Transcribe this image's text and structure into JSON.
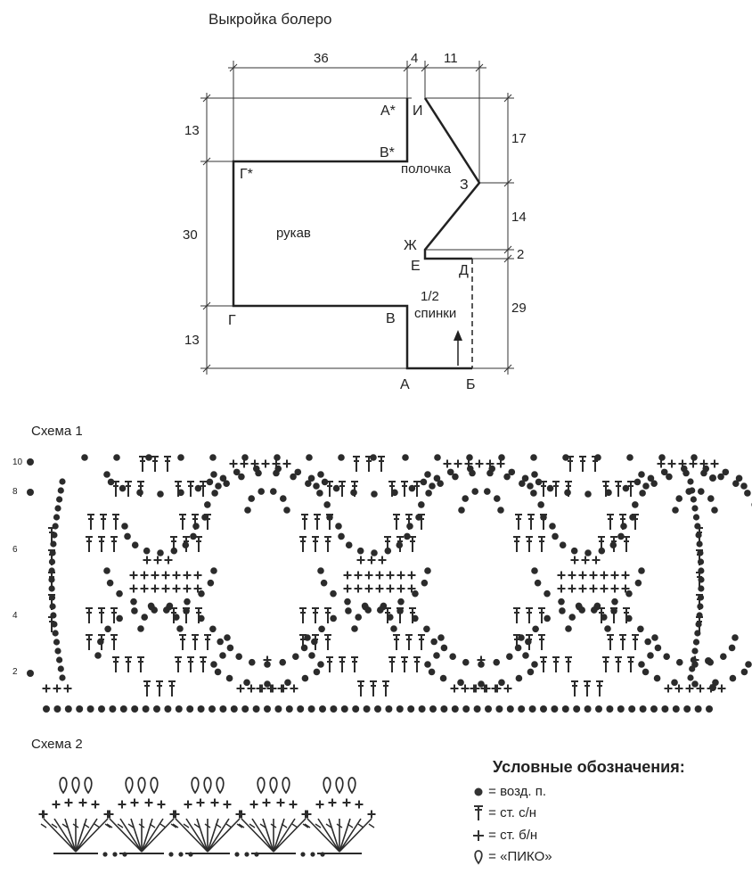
{
  "title": "Выкройка болеро",
  "pattern": {
    "top_dims": [
      "36",
      "4",
      "11"
    ],
    "left_dims": [
      "13",
      "30",
      "13"
    ],
    "right_dims": [
      "17",
      "14",
      "2",
      "29"
    ],
    "points": {
      "a_star": "А*",
      "i": "И",
      "v_star": "В*",
      "g_star": "Г*",
      "z": "З",
      "zh": "Ж",
      "e": "Е",
      "d": "Д",
      "g": "Г",
      "v": "В",
      "a": "А",
      "b": "Б"
    },
    "parts": {
      "polochka": "полочка",
      "rukav": "рукав",
      "half": "1/2",
      "spinki": "спинки"
    }
  },
  "schema1": {
    "label": "Схема 1",
    "row_numbers": [
      "10",
      "8",
      "6",
      "4",
      "2"
    ]
  },
  "schema2": {
    "label": "Схема 2"
  },
  "legend": {
    "title": "Условные обозначения:",
    "items": [
      {
        "icon": "chain-stitch-dot",
        "text": "= возд. п."
      },
      {
        "icon": "double-crochet-symbol",
        "text": "= ст. с/н"
      },
      {
        "icon": "single-crochet-plus",
        "text": "= ст. б/н"
      },
      {
        "icon": "picot-loop",
        "text": "= «ПИКО»"
      }
    ]
  }
}
